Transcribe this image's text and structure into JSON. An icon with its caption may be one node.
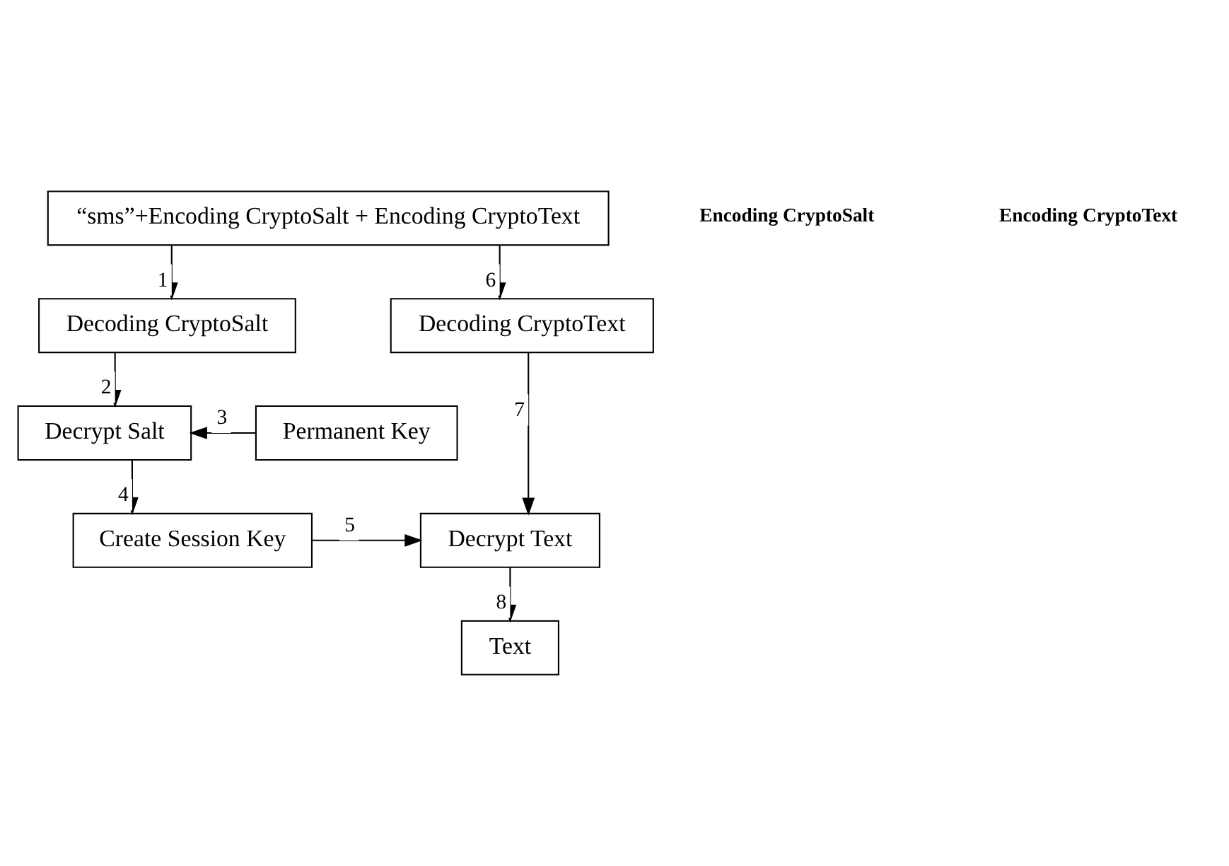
{
  "diagram": {
    "nodes": [
      {
        "text": [
          "“sms”+Encoding CryptoSalt + Encoding CryptoText"
        ]
      },
      {
        "text": [
          "Decoding CryptoSalt"
        ]
      },
      {
        "text": [
          "Decoding CryptoText"
        ]
      },
      {
        "text": [
          "Decrypt Salt"
        ]
      },
      {
        "text": [
          "Permanent Key"
        ]
      },
      {
        "text": [
          "Create Session Key"
        ]
      },
      {
        "text": [
          "Decrypt Text"
        ]
      },
      {
        "text": [
          "Text"
        ]
      }
    ],
    "edges": [
      {
        "from": 0,
        "to": 1,
        "arrow": "to",
        "label": "1"
      },
      {
        "from": 1,
        "to": 3,
        "arrow": "to",
        "label": "2"
      },
      {
        "from": 4,
        "to": 3,
        "arrow": "to",
        "label": "3"
      },
      {
        "from": 3,
        "to": 5,
        "arrow": "to",
        "label": "4"
      },
      {
        "from": 5,
        "to": 6,
        "arrow": "to",
        "label": "5"
      },
      {
        "from": 0,
        "to": 2,
        "arrow": "to",
        "label": "6"
      },
      {
        "from": 2,
        "to": 6,
        "arrow": "to",
        "label": "7"
      },
      {
        "from": 6,
        "to": 7,
        "arrow": "to",
        "label": "8"
      }
    ],
    "labels": [
      "Encoding CryptoSalt",
      "Encoding CryptoText"
    ]
  }
}
